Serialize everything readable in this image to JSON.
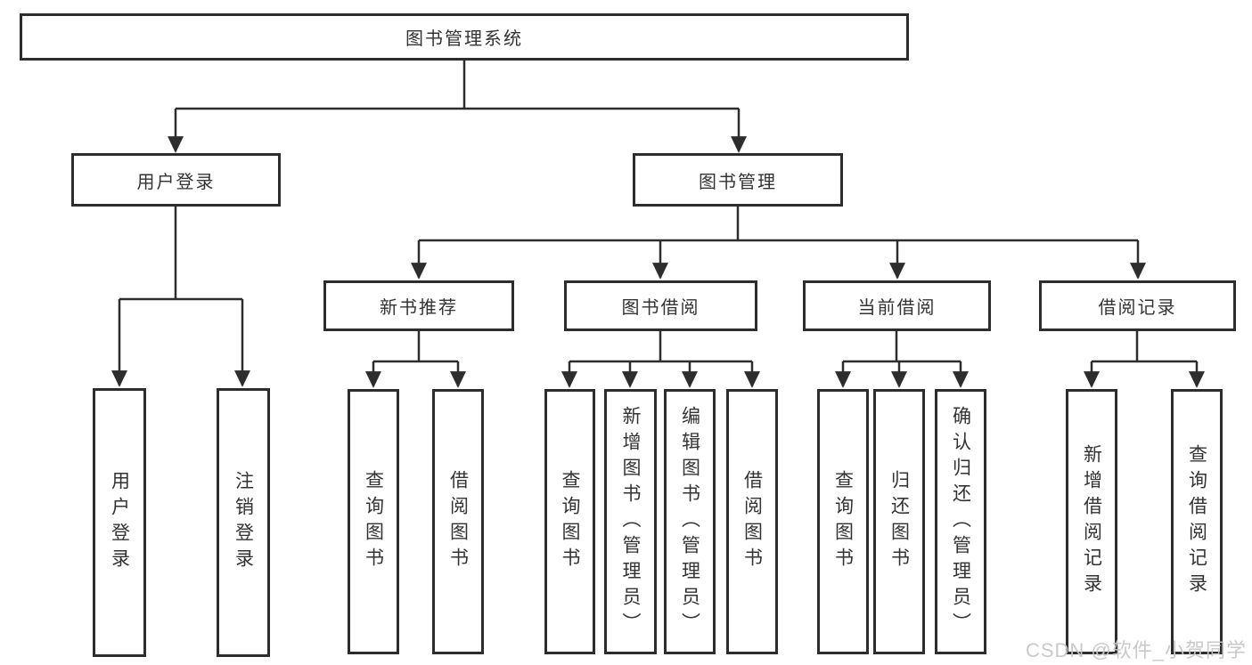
{
  "diagram": {
    "root": {
      "label": "图书管理系统"
    },
    "level2": [
      {
        "label": "用户登录"
      },
      {
        "label": "图书管理"
      }
    ],
    "level3": [
      {
        "label": "新书推荐"
      },
      {
        "label": "图书借阅"
      },
      {
        "label": "当前借阅"
      },
      {
        "label": "借阅记录"
      }
    ],
    "leaves": {
      "user_login": [
        "用户登录",
        "注销登录"
      ],
      "new_book_recommend": [
        "查询图书",
        "借阅图书"
      ],
      "book_borrow": [
        "查询图书",
        "新增图书（管理员）",
        "编辑图书（管理员）",
        "借阅图书"
      ],
      "current_borrow": [
        "查询图书",
        "归还图书",
        "确认归还（管理员）"
      ],
      "borrow_records": [
        "新增借阅记录",
        "查询借阅记录"
      ]
    }
  },
  "watermark": "CSDN @软件_小贺同学",
  "colors": {
    "line": "#2d2d2d",
    "text": "#333333",
    "background": "#ffffff",
    "watermark": "#c6c6c6"
  }
}
